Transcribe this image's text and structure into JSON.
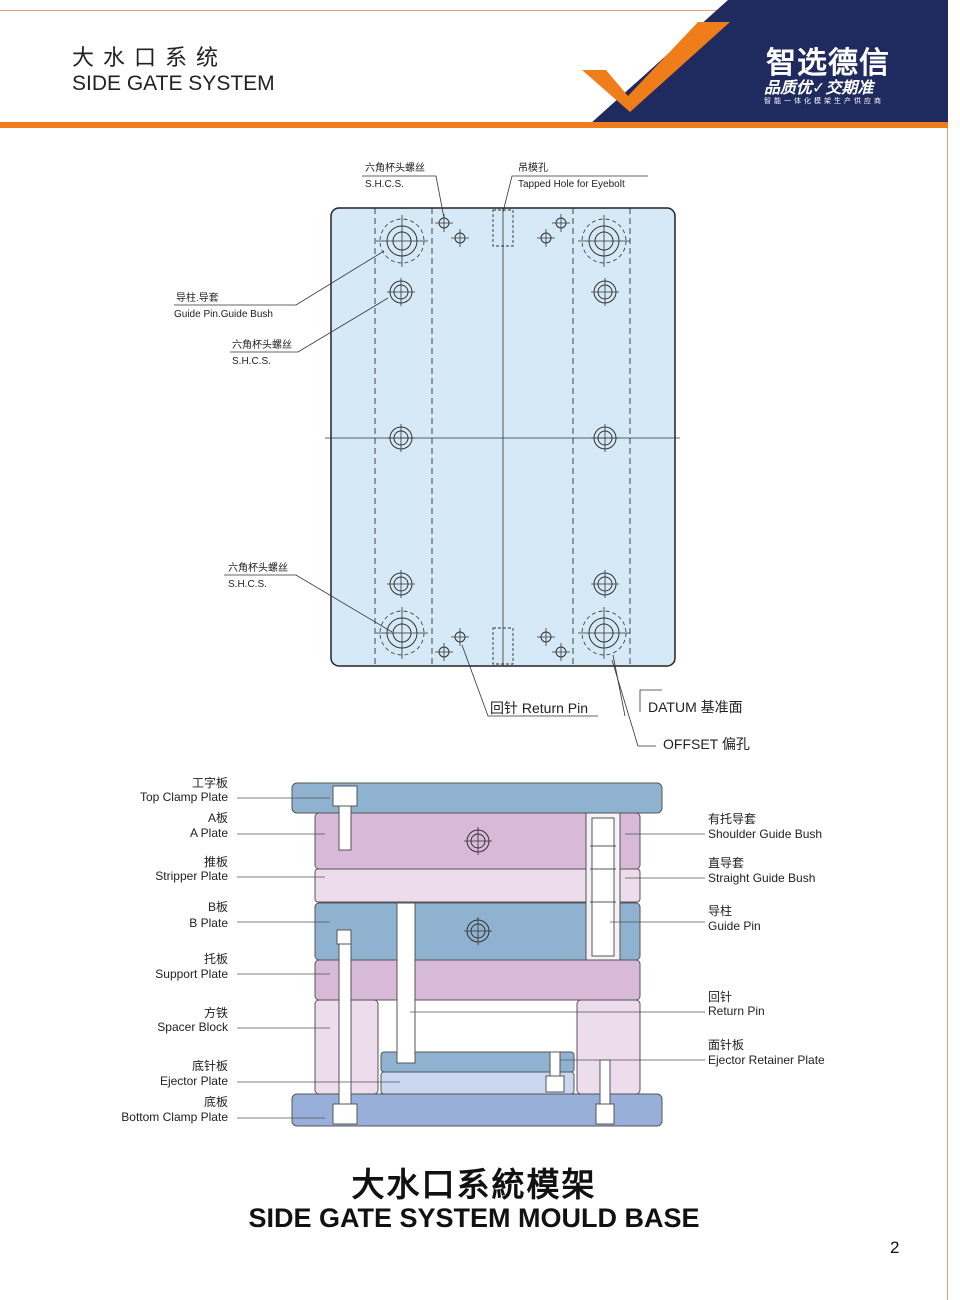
{
  "header": {
    "title_cn": "大水口系统",
    "title_en": "SIDE GATE SYSTEM"
  },
  "brand": {
    "name": "智选德信",
    "slogan": "品质优✓交期准",
    "sub": "智能一体化模架生产供应商",
    "colors": {
      "navy": "#1f2a5e",
      "orange": "#ef7d1a"
    }
  },
  "plan_labels": {
    "shcs_top_cn": "六角杯头螺丝",
    "shcs_top_en": "S.H.C.S.",
    "eyebolt_cn": "吊模孔",
    "eyebolt_en": "Tapped Hole for Eyebolt",
    "guide_cn": "导柱.导套",
    "guide_en": "Guide Pin.Guide Bush",
    "shcs_mid_cn": "六角杯头螺丝",
    "shcs_mid_en": "S.H.C.S.",
    "shcs_low_cn": "六角杯头螺丝",
    "shcs_low_en": "S.H.C.S.",
    "return_pin": "回针 Return Pin",
    "datum": "DATUM 基准面",
    "offset": "OFFSET 偏孔"
  },
  "section_labels_left": [
    {
      "cn": "工字板",
      "en": "Top Clamp Plate"
    },
    {
      "cn": "A板",
      "en": "A Plate"
    },
    {
      "cn": "推板",
      "en": "Stripper Plate"
    },
    {
      "cn": "B板",
      "en": "B Plate"
    },
    {
      "cn": "托板",
      "en": "Support Plate"
    },
    {
      "cn": "方铁",
      "en": "Spacer Block"
    },
    {
      "cn": "底针板",
      "en": "Ejector Plate"
    },
    {
      "cn": "底板",
      "en": "Bottom Clamp Plate"
    }
  ],
  "section_labels_right": [
    {
      "cn": "有托导套",
      "en": "Shoulder Guide Bush"
    },
    {
      "cn": "直导套",
      "en": "Straight Guide Bush"
    },
    {
      "cn": "导柱",
      "en": "Guide Pin"
    },
    {
      "cn": "回针",
      "en": "Return Pin"
    },
    {
      "cn": "面针板",
      "en": "Ejector Retainer Plate"
    }
  ],
  "colors": {
    "plan_fill": "#d6e9f7",
    "blue_plate": "#8fb2d0",
    "pink_plate": "#d8b9d8",
    "light_pink": "#ecdcec",
    "bottom_blue": "#97afd9"
  },
  "footer": {
    "title_cn": "大水口系統模架",
    "title_en": "SIDE GATE SYSTEM MOULD BASE"
  },
  "page_number": "2"
}
